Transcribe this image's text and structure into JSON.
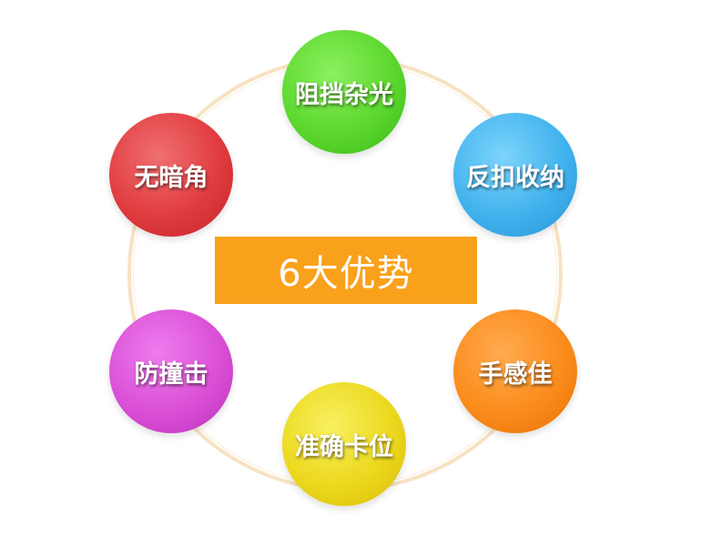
{
  "center": {
    "title": "6大优势"
  },
  "advantages": [
    {
      "label": "阻挡杂光",
      "color": "#5cd82e"
    },
    {
      "label": "反扣收纳",
      "color": "#42b3ee"
    },
    {
      "label": "手感佳",
      "color": "#fb8c1c"
    },
    {
      "label": "准确卡位",
      "color": "#ecd81e"
    },
    {
      "label": "防撞击",
      "color": "#da50d6"
    },
    {
      "label": "无暗角",
      "color": "#e03c40"
    }
  ]
}
